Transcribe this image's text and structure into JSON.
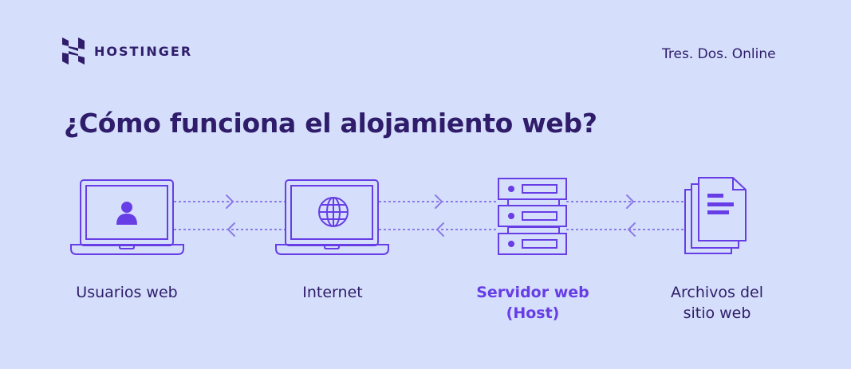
{
  "brand": {
    "name": "HOSTINGER",
    "logo_icon": "hostinger-h-logo"
  },
  "tagline": "Tres. Dos. Online",
  "title": "¿Cómo funciona el alojamiento web?",
  "colors": {
    "background": "#d5dffc",
    "text": "#2f1c6a",
    "accent": "#673de6",
    "dotted_line": "#8c7ae6"
  },
  "nodes": [
    {
      "id": "users",
      "icon": "laptop-user-icon",
      "label_lines": [
        "Usuarios web"
      ],
      "highlight": false
    },
    {
      "id": "internet",
      "icon": "laptop-globe-icon",
      "label_lines": [
        "Internet"
      ],
      "highlight": false
    },
    {
      "id": "server",
      "icon": "server-stack-icon",
      "label_lines": [
        "Servidor web",
        "(Host)"
      ],
      "highlight": true
    },
    {
      "id": "files",
      "icon": "documents-icon",
      "label_lines": [
        "Archivos del",
        "sitio web"
      ],
      "highlight": false
    }
  ],
  "connections": [
    {
      "from": "users",
      "to": "internet",
      "arrows": [
        "right",
        "left"
      ]
    },
    {
      "from": "internet",
      "to": "server",
      "arrows": [
        "right",
        "left"
      ]
    },
    {
      "from": "server",
      "to": "files",
      "arrows": [
        "right",
        "left"
      ]
    }
  ]
}
